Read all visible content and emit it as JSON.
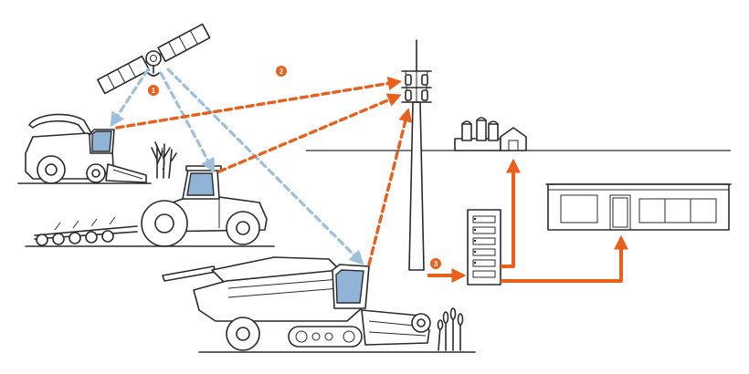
{
  "colors": {
    "wireless_link_blue": "#9dbfd9",
    "wireless_link_orange": "#e8601c",
    "cable_link_orange": "#e8601c",
    "cab_glass": "#8fb4d6",
    "line_art": "#2b2b2b",
    "badge_fill": "#e8601c"
  },
  "badges": [
    {
      "id": "step-1",
      "text": "1"
    },
    {
      "id": "step-2",
      "text": "2"
    },
    {
      "id": "step-3",
      "text": "3"
    }
  ],
  "icons": [
    "satellite-icon",
    "forage-harvester-icon",
    "tractor-with-tillage-implement-icon",
    "combine-harvester-icon",
    "cell-tower-icon",
    "farmstead-silos-icon",
    "server-rack-icon",
    "office-building-icon",
    "crop-plants-icon"
  ]
}
